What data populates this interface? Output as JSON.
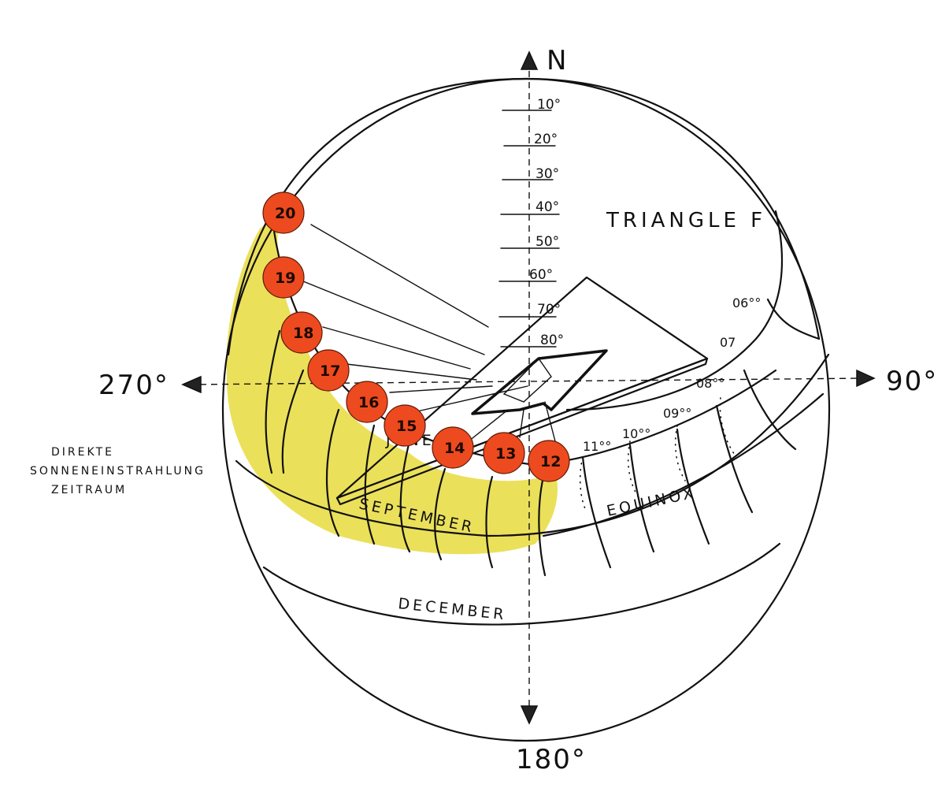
{
  "compass": {
    "north": "N",
    "east": "90°",
    "south": "180°",
    "west": "270°"
  },
  "altitude_ticks": [
    "10°",
    "20°",
    "30°",
    "40°",
    "50°",
    "60°",
    "70°",
    "80°"
  ],
  "labels": {
    "triangle": "TRIANGLE F",
    "june": "JUNE",
    "september": "SEPTEMBER",
    "equinox": "EQUINOX",
    "december": "DECEMBER"
  },
  "sun_hours": [
    "20",
    "19",
    "18",
    "17",
    "16",
    "15",
    "14",
    "13",
    "12"
  ],
  "path_hours": [
    "11°°",
    "10°°",
    "09°°",
    "08°°",
    "07",
    "06°°"
  ],
  "note": [
    "DIREKTE",
    "SONNENEINSTRAHLUNG",
    "ZEITRAUM"
  ],
  "colors": {
    "sun": "#ee4a1f",
    "highlight": "#ebe05a",
    "ink": "#111111"
  }
}
